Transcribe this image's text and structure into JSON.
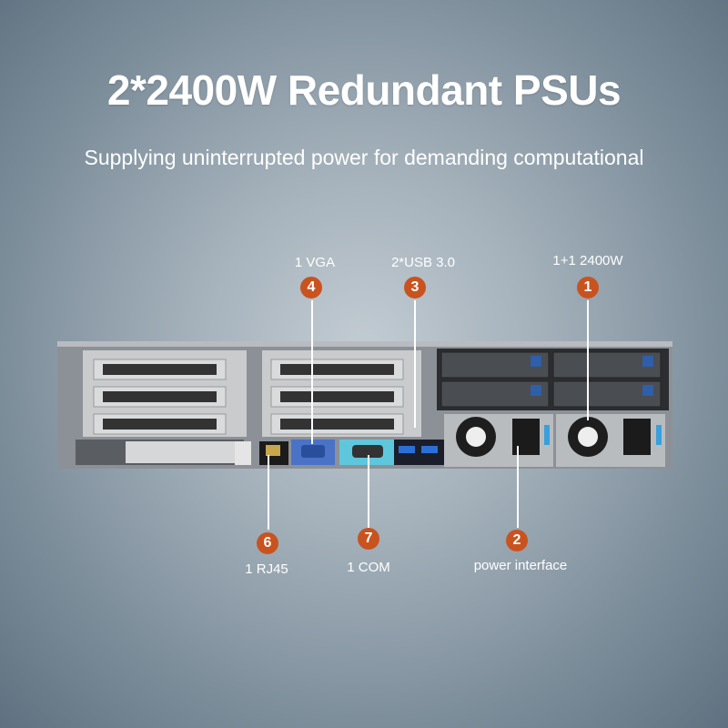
{
  "title": "2*2400W Redundant PSUs",
  "subtitle": "Supplying uninterrupted power for demanding computational",
  "callouts": [
    {
      "number": "1",
      "label": "1+1 2400W"
    },
    {
      "number": "2",
      "label": "power interface"
    },
    {
      "number": "3",
      "label": "2*USB 3.0"
    },
    {
      "number": "4",
      "label": "1 VGA"
    },
    {
      "number": "6",
      "label": "1 RJ45"
    },
    {
      "number": "7",
      "label": "1 COM"
    }
  ],
  "colors": {
    "badge": "#c9531f",
    "vga": "#4a73c8",
    "com": "#5fc7dc",
    "psu_latch": "#3aa0dc"
  }
}
